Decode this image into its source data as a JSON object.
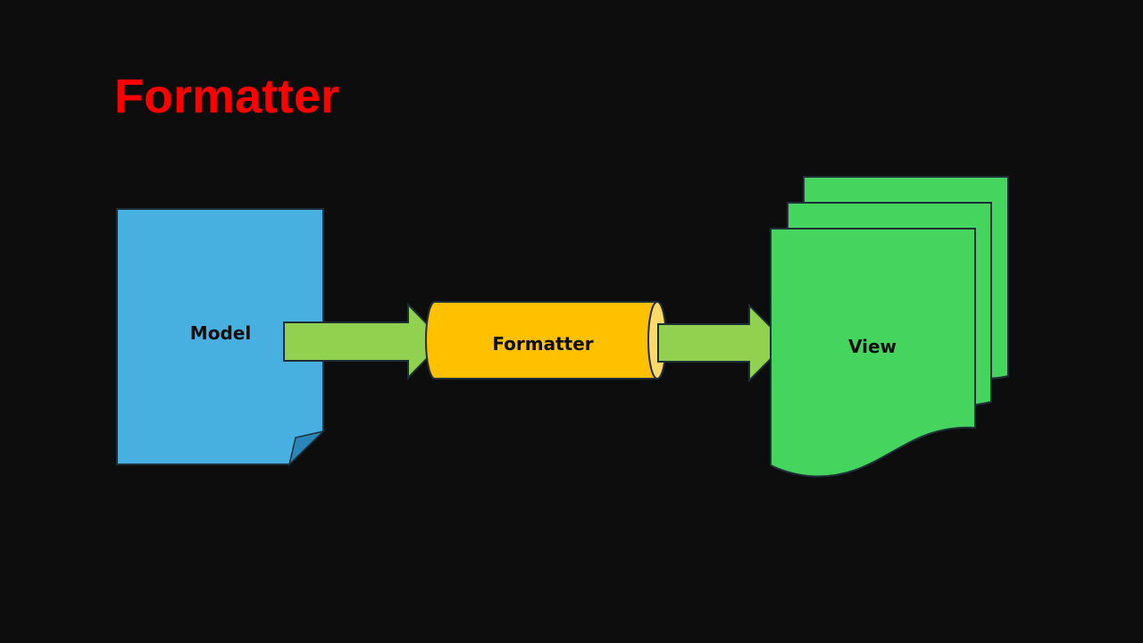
{
  "slide": {
    "title": "Formatter",
    "title_color": "#ff0000",
    "background": "#0d0d0d"
  },
  "diagram": {
    "model": {
      "label": "Model",
      "color": "#47b0e0",
      "fold_color": "#2a86b8"
    },
    "formatter": {
      "label": "Formatter",
      "color": "#ffc000",
      "end_color": "#ffd966"
    },
    "view": {
      "label": "View",
      "color": "#45d55e"
    },
    "arrow_color": "#92d050",
    "outline_color": "#1f2f3a"
  }
}
